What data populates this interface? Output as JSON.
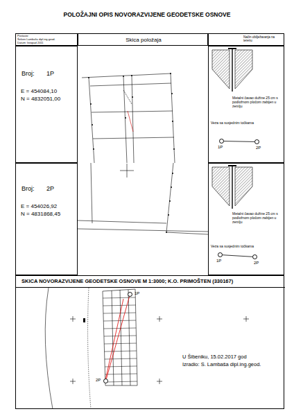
{
  "diagram": {
    "title": "POLOŽAJNI OPIS NOVORAZVIJENE GEODETSKE OSNOVE",
    "nodes": [
      {
        "text": [
          "Postavio:",
          "Šelven Lambaša dipl.ing.geod.",
          "Datum: listopad 2011"
        ]
      },
      {
        "text": [
          "Skica položaja"
        ]
      },
      {
        "text": [
          "Način obilježavanja na terenu"
        ]
      },
      {
        "text": [
          "Broj:",
          "1P",
          "E = 454084,10",
          "N = 4832051,00"
        ]
      },
      {
        "text": [
          "Metalni čavao dužine 25 cm s podložnom pločom zabijen u zemlju",
          "Veza sa susjednim točkama"
        ]
      },
      {
        "text": [
          "1P"
        ],
        "in": 4
      },
      {
        "text": [
          "2P"
        ],
        "in": 4
      },
      {
        "text": [
          "Broj:",
          "2P",
          "E = 454026,92",
          "N = 4831868,45"
        ]
      },
      {
        "text": [
          "Metalni čavao dužine 25 cm s podložnom pločom zabijen u zemlju",
          "Veza sa susjednim točkama"
        ]
      },
      {
        "text": [
          "1P"
        ],
        "in": 8
      },
      {
        "text": [
          "2P"
        ],
        "in": 8
      },
      {
        "text": [
          "SKICA NOVORAZVIJENE GEODETSKE OSNOVE  M 1:3000; K.O. PRIMOŠTEN (330167)",
          "U Šibeniku, 15.02.2017 god",
          "Izradio: S. Lambaša dipl.ing.geod."
        ]
      },
      {
        "text": [
          "1P"
        ],
        "in": 11
      },
      {
        "text": [
          "2P"
        ],
        "in": 11
      }
    ],
    "edges": [
      {
        "from": 5,
        "to": 6,
        "arrow": "none"
      },
      {
        "from": 9,
        "to": 10,
        "arrow": "none"
      },
      {
        "from": 12,
        "to": 13,
        "arrow": "none"
      }
    ]
  }
}
